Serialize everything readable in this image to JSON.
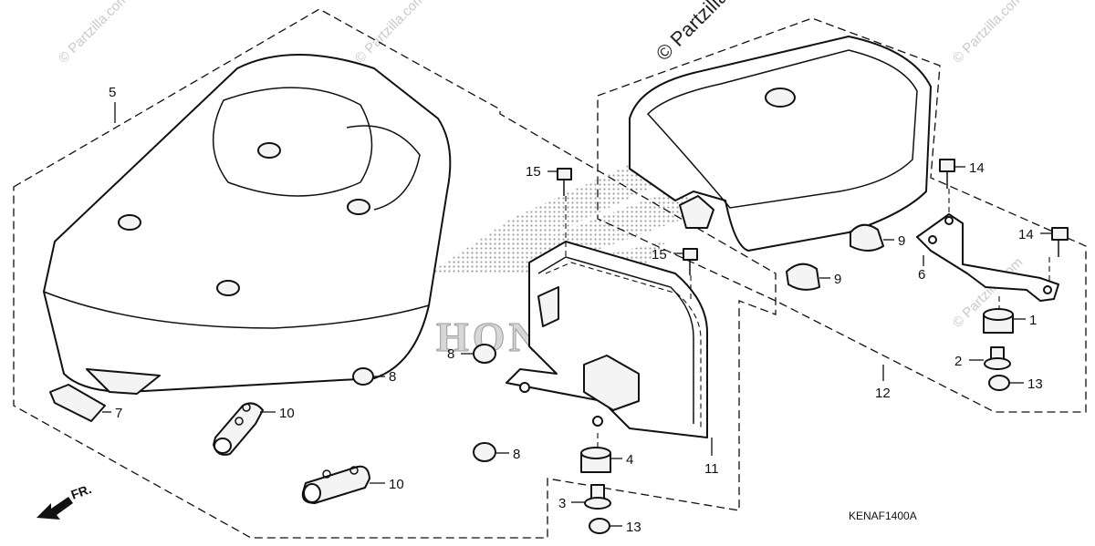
{
  "diagram": {
    "code": "KENAF1400A",
    "front_label": "FR.",
    "brand_logo_text": "HONDA",
    "watermarks": {
      "main": "© Partzilla.com",
      "small": "© Partzilla.com"
    },
    "callouts": {
      "n1": "1",
      "n2": "2",
      "n3": "3",
      "n4": "4",
      "n5": "5",
      "n6": "6",
      "n7": "7",
      "n8a": "8",
      "n8b": "8",
      "n8c": "8",
      "n9a": "9",
      "n9b": "9",
      "n10a": "10",
      "n10b": "10",
      "n11": "11",
      "n12": "12",
      "n13a": "13",
      "n13b": "13",
      "n14a": "14",
      "n14b": "14",
      "n15a": "15",
      "n15b": "15"
    }
  }
}
